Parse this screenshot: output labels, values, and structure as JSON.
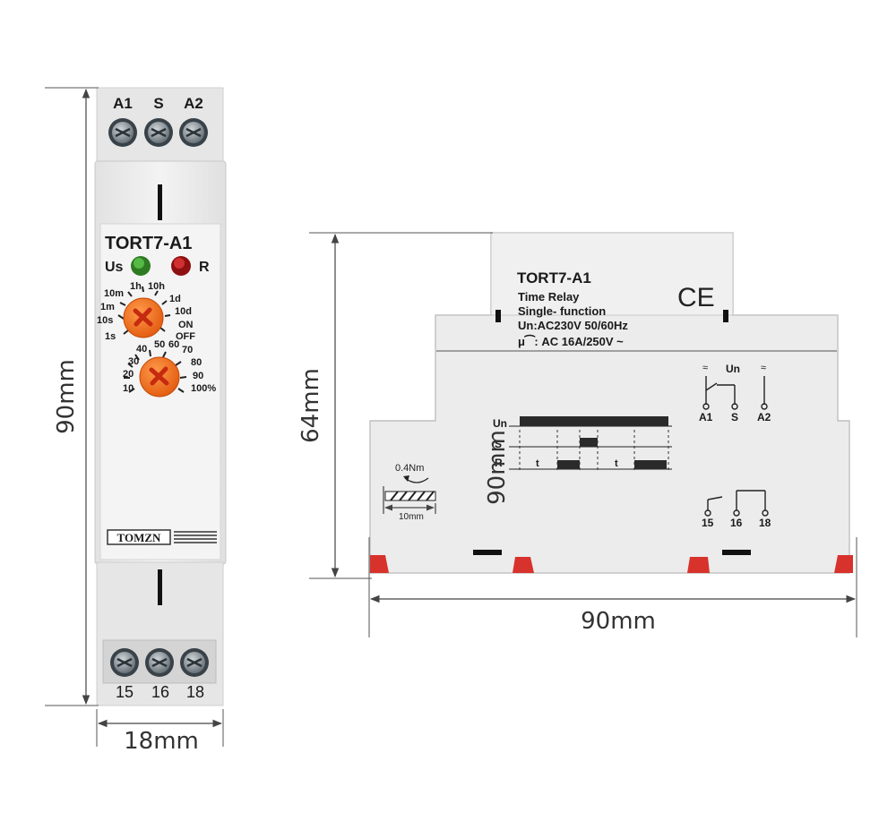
{
  "front": {
    "top_terminals": [
      "A1",
      "S",
      "A2"
    ],
    "bottom_terminals": [
      "15",
      "16",
      "18"
    ],
    "model": "TORT7-A1",
    "led_us": "Us",
    "led_r": "R",
    "knob1_labels": [
      "10m",
      "1h",
      "10h",
      "1d",
      "1m",
      "10d",
      "10s",
      "ON",
      "1s",
      "OFF"
    ],
    "knob2_labels": [
      "40",
      "50",
      "60",
      "70",
      "30",
      "80",
      "20",
      "90",
      "10",
      "100%"
    ],
    "brand": "TOMZN"
  },
  "side": {
    "model": "TORT7-A1",
    "line1": "Time Relay",
    "line2": "Single- function",
    "line3": "Un:AC230V 50/60Hz",
    "line4": "μ⁀: AC  16A/250V ~",
    "ce": "CE",
    "wiring": {
      "tilde": "≈",
      "un": "Un",
      "a1": "A1",
      "s": "S",
      "a2": "A2"
    },
    "timing": {
      "un": "Un",
      "s": "S",
      "r": "R",
      "t": "t"
    },
    "torque": "0.4Nm",
    "strip": "10mm",
    "contacts": [
      "15",
      "16",
      "18"
    ]
  },
  "dimensions": {
    "front_height": "90mm",
    "front_width": "18mm",
    "side_height": "64mm",
    "side_depth": "90mm",
    "side_width": "90mm"
  },
  "colors": {
    "body": "#ececec",
    "knob": "#f26c1b",
    "led_green": "#3c9a2e",
    "led_red": "#b81a1a",
    "din_clip": "#d8322c"
  }
}
